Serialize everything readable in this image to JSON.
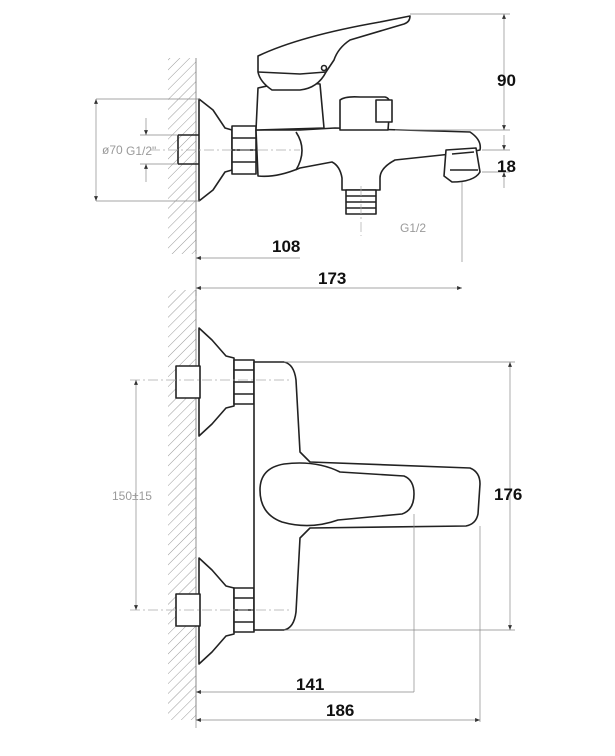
{
  "side_view": {
    "dim_height_handle": "90",
    "dim_spout_height": "18",
    "dim_flange_diameter": "ø70",
    "dim_inlet_thread": "G1/2\"",
    "dim_outlet_thread": "G1/2",
    "dim_depth_body": "108",
    "dim_depth_spout": "173"
  },
  "top_view": {
    "dim_centers": "150±15",
    "dim_width": "176",
    "dim_depth_body": "141",
    "dim_depth_total": "186"
  }
}
